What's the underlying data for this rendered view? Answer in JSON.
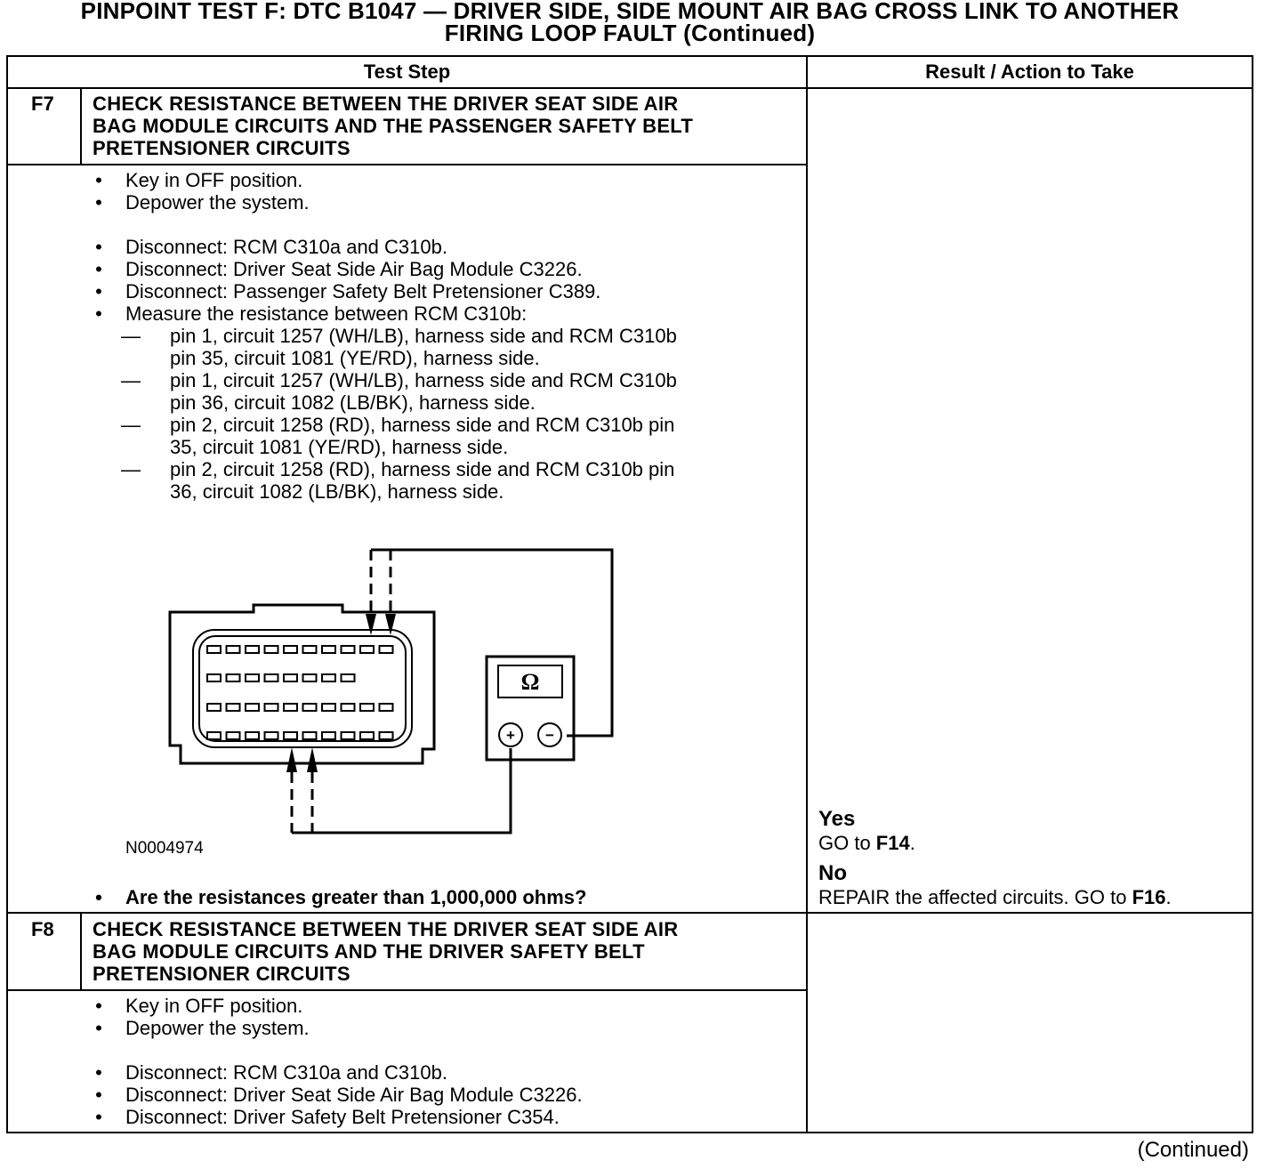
{
  "title": {
    "line1": "PINPOINT TEST F: DTC B1047 — DRIVER SIDE, SIDE MOUNT AIR BAG CROSS LINK TO ANOTHER",
    "line2": "FIRING LOOP FAULT (Continued)"
  },
  "table": {
    "header_step": "Test Step",
    "header_result": "Result / Action to Take"
  },
  "f7": {
    "id": "F7",
    "heading": [
      "CHECK RESISTANCE BETWEEN THE DRIVER SEAT SIDE AIR",
      "BAG MODULE CIRCUITS AND THE PASSENGER SAFETY BELT",
      "PRETENSIONER CIRCUITS"
    ],
    "steps_a": [
      "Key in OFF position.",
      "Depower the system."
    ],
    "steps_b": [
      "Disconnect: RCM C310a and C310b.",
      "Disconnect: Driver Seat Side Air Bag Module C3226.",
      "Disconnect: Passenger Safety Belt Pretensioner C389.",
      "Measure the resistance between RCM C310b:"
    ],
    "sub_steps": [
      [
        "pin 1, circuit 1257 (WH/LB), harness side and RCM C310b",
        "pin 35, circuit 1081 (YE/RD), harness side."
      ],
      [
        "pin 1, circuit 1257 (WH/LB), harness side and RCM C310b",
        "pin 36, circuit 1082 (LB/BK), harness side."
      ],
      [
        "pin 2, circuit 1258 (RD), harness side and RCM C310b pin",
        "35, circuit 1081 (YE/RD), harness side."
      ],
      [
        "pin 2, circuit 1258 (RD), harness side and RCM C310b pin",
        "36, circuit 1082 (LB/BK), harness side."
      ]
    ],
    "figure": {
      "ohm_symbol": "Ω",
      "plus": "+",
      "minus": "−",
      "ref": "N0004974"
    },
    "question": "Are the resistances greater than 1,000,000 ohms?",
    "result": {
      "yes_label": "Yes",
      "yes_pre": "GO to ",
      "yes_target": "F14",
      "yes_post": ".",
      "no_label": "No",
      "no_pre": "REPAIR the affected circuits. GO to ",
      "no_target": "F16",
      "no_post": "."
    }
  },
  "f8": {
    "id": "F8",
    "heading": [
      "CHECK RESISTANCE BETWEEN THE DRIVER SEAT SIDE AIR",
      "BAG MODULE CIRCUITS AND THE DRIVER SAFETY BELT",
      "PRETENSIONER CIRCUITS"
    ],
    "steps_a": [
      "Key in OFF position.",
      "Depower the system."
    ],
    "steps_b": [
      "Disconnect: RCM C310a and C310b.",
      "Disconnect: Driver Seat Side Air Bag Module C3226.",
      "Disconnect: Driver Safety Belt Pretensioner C354."
    ]
  },
  "footer": "(Continued)",
  "bullet": "•",
  "dash": "—"
}
